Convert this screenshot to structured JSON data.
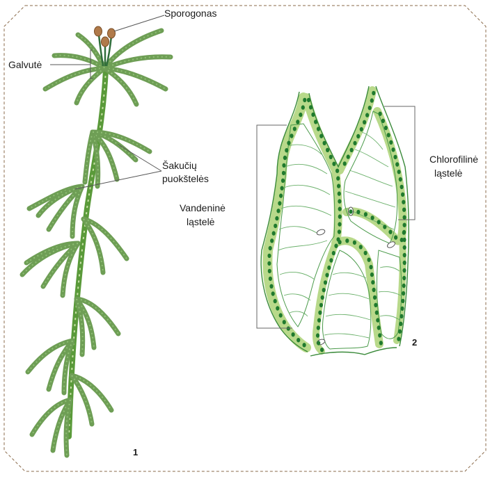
{
  "labels": {
    "sporogonas": "Sporogonas",
    "galvute": "Galvutė",
    "sakuciu_1": "Šakučių",
    "sakuciu_2": "puokštelės",
    "vandenine_1": "Vandeninė",
    "vandenine_2": "ląstelė",
    "chlorofiline_1": "Chlorofilinė",
    "chlorofiline_2": "ląstelė",
    "figure_1": "1",
    "figure_2": "2"
  },
  "colors": {
    "frame": "#8a6a4a",
    "stem": "#5a9a3a",
    "branch": "#6e9e55",
    "cell_outline": "#3a8a3a",
    "chloroplast": "#1f7a2e",
    "chloro_band": "#b8d98a",
    "leader_line": "#555555"
  }
}
